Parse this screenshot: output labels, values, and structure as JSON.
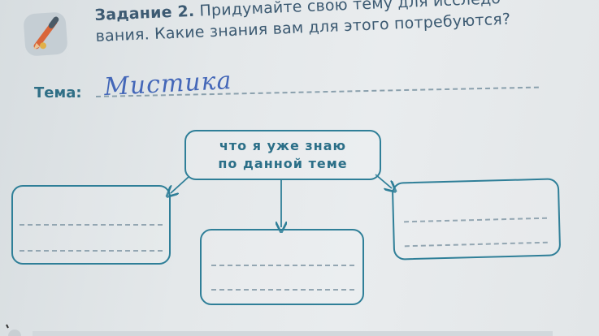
{
  "task": {
    "number_label": "Задание 2.",
    "line1": "Придумайте свою тему для исследо-",
    "line2": "вания. Какие знания вам для этого потребуются?"
  },
  "topic": {
    "label": "Тема:",
    "handwritten_value": "Мистика"
  },
  "diagram": {
    "center_line1": "что я уже знаю",
    "center_line2": "по данной теме"
  },
  "colors": {
    "text_heading": "#3c5a72",
    "box_border": "#2f7f98",
    "handwriting_ink": "#4467b8",
    "icon": "pencil-icon"
  }
}
